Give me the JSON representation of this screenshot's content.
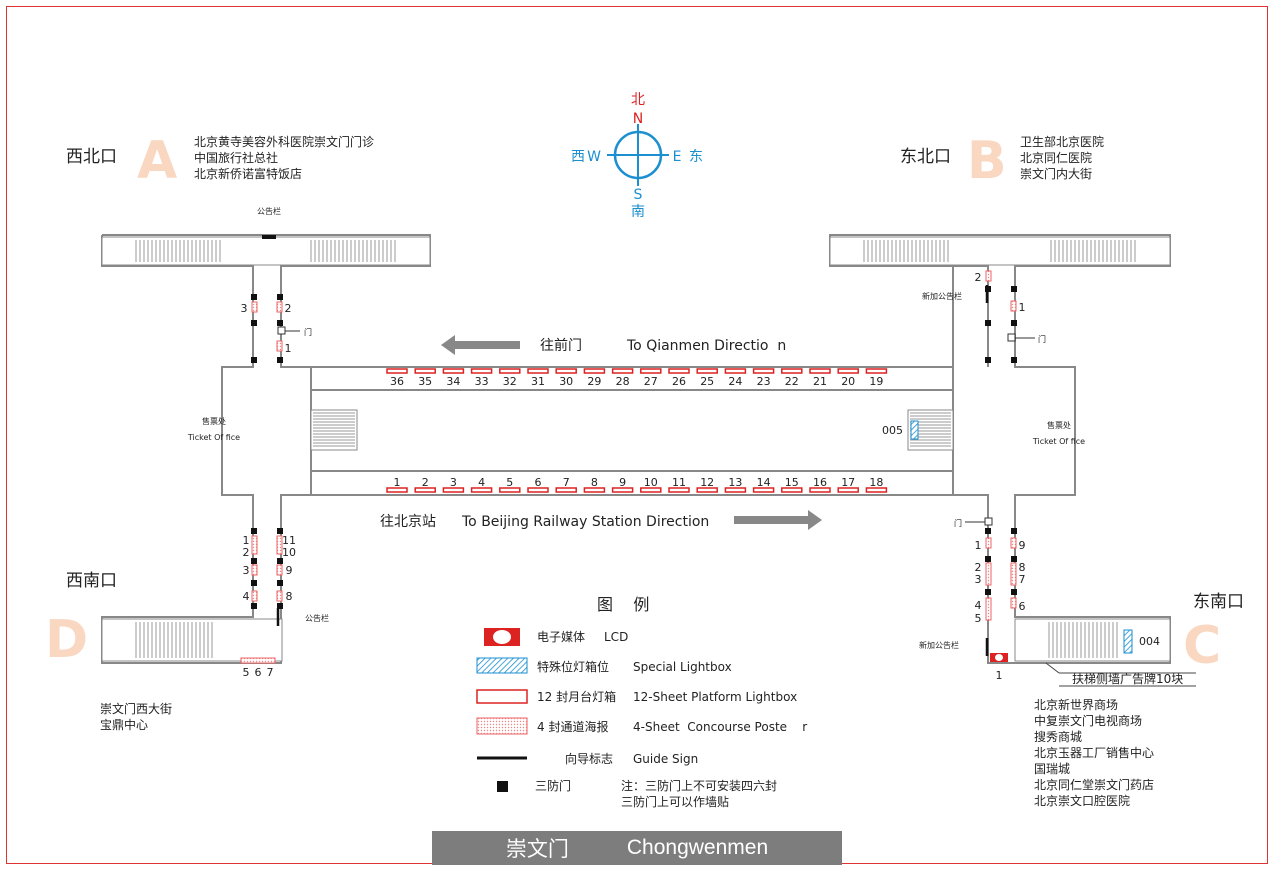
{
  "compass": {
    "north_cn": "北",
    "north": "N",
    "south": "S",
    "south_cn": "南",
    "west_cn": "西",
    "west": "W",
    "east": "E",
    "east_cn": "东"
  },
  "exits": {
    "A": {
      "name": "西北口",
      "letter": "A",
      "places": [
        "北京黄寺美容外科医院崇文门门诊",
        "中国旅行社总社",
        "北京新侨诺富特饭店"
      ]
    },
    "B": {
      "name": "东北口",
      "letter": "B",
      "places": [
        "卫生部北京医院",
        "北京同仁医院",
        "崇文门内大街"
      ]
    },
    "D": {
      "name": "西南口",
      "letter": "D",
      "places": [
        "崇文门西大街",
        "宝鼎中心"
      ]
    },
    "C": {
      "name": "东南口",
      "letter": "C",
      "places": [
        "北京新世界商场",
        "中复崇文门电视商场",
        "搜秀商城",
        "北京玉器工厂销售中心",
        "国瑞城",
        "北京同仁堂崇文门药店",
        "北京崇文口腔医院"
      ]
    }
  },
  "directions": {
    "top_cn": "往前门",
    "top_en": "To Qianmen Directio  n",
    "bottom_cn": "往北京站",
    "bottom_en": "To Beijing Railway Station Direction"
  },
  "ticket_office": {
    "cn": "售票处",
    "en": "Ticket Of fice"
  },
  "labels": {
    "notice_board": "公告栏",
    "new_notice_board": "新加公告栏",
    "door": "门",
    "special_005": "005",
    "special_004": "004",
    "escalator_side": "扶梯侧墙广告牌10块"
  },
  "platform_top": [
    "36",
    "35",
    "34",
    "33",
    "32",
    "31",
    "30",
    "29",
    "28",
    "27",
    "26",
    "25",
    "24",
    "23",
    "22",
    "21",
    "20",
    "19"
  ],
  "platform_bottom": [
    "1",
    "2",
    "3",
    "4",
    "5",
    "6",
    "7",
    "8",
    "9",
    "10",
    "11",
    "12",
    "13",
    "14",
    "15",
    "16",
    "17",
    "18"
  ],
  "nw_corridor": {
    "left": [
      "3"
    ],
    "right": [
      "2",
      "1"
    ]
  },
  "ne_corridor": {
    "left": [
      "2"
    ],
    "right": [
      "1"
    ]
  },
  "sw_corridor": {
    "left": [
      "1",
      "2",
      "3",
      "4"
    ],
    "right": [
      "11",
      "10",
      "9",
      "8"
    ],
    "bottom": [
      "5",
      "6",
      "7"
    ]
  },
  "se_corridor": {
    "left": [
      "1",
      "2",
      "3",
      "4",
      "5"
    ],
    "right": [
      "9",
      "8",
      "7",
      "6"
    ],
    "bottom": "1"
  },
  "legend": {
    "title": "图    例",
    "items": [
      {
        "cn": "电子媒体",
        "en": "LCD"
      },
      {
        "cn": "特殊位灯箱位",
        "en": "Special Lightbox"
      },
      {
        "cn": "12 封月台灯箱",
        "en": "12-Sheet Platform Lightbox"
      },
      {
        "cn": "4 封通道海报",
        "en": "4-Sheet  Concourse Poste    r"
      },
      {
        "cn": "向导标志",
        "en": "Guide Sign"
      },
      {
        "cn": "三防门",
        "en": "注：三防门上不可安装四六封"
      }
    ],
    "note2": "三防门上可以作墙贴"
  },
  "footer": {
    "cn": "崇文门",
    "en": "Chongwenmen"
  },
  "colors": {
    "accent_red": "#d22222",
    "compass_blue": "#1b8fd0",
    "exit_letter": "#f9d7c1",
    "footer_bg": "#7d7d7d"
  }
}
